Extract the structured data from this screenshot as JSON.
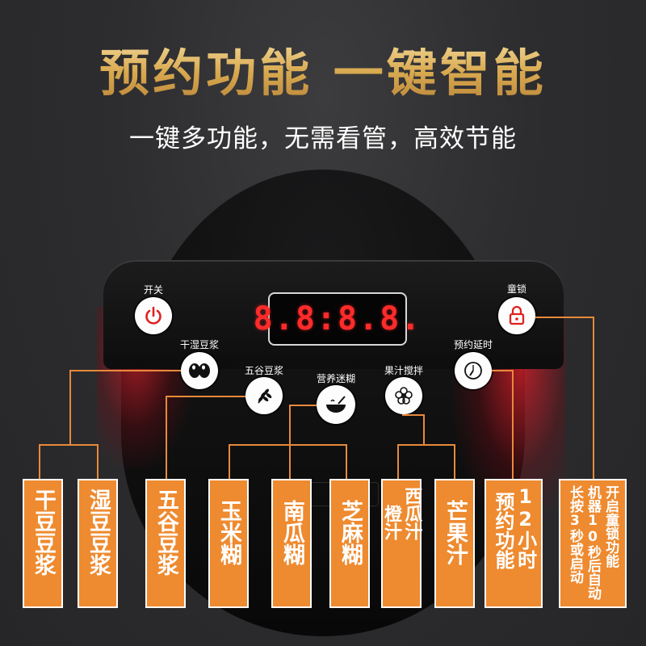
{
  "header": {
    "title": "预约功能 一键智能",
    "subtitle": "一键多功能，无需看管，高效节能"
  },
  "display": {
    "digits": "8.8:8.8."
  },
  "buttons": {
    "power": {
      "label": "开关",
      "icon": "power-icon"
    },
    "child_lock": {
      "label": "童锁",
      "icon": "lock-icon"
    },
    "dry_wet_soy": {
      "label": "干湿豆浆",
      "icon": "soybeans-icon"
    },
    "grain_soy": {
      "label": "五谷豆浆",
      "icon": "wheat-icon"
    },
    "nutrition_paste": {
      "label": "营养迷糊",
      "icon": "bowl-icon"
    },
    "juice": {
      "label": "果汁搅拌",
      "icon": "flower-icon"
    },
    "timer": {
      "label": "预约延时",
      "icon": "timer-icon"
    }
  },
  "tags": [
    {
      "text": "干豆豆浆"
    },
    {
      "text": "湿豆豆浆"
    },
    {
      "text": "五谷豆浆"
    },
    {
      "text": "玉米糊"
    },
    {
      "text": "南瓜糊"
    },
    {
      "text": "芝麻糊"
    },
    {
      "text": "西瓜汁\n橙汁"
    },
    {
      "text": "芒果汁"
    },
    {
      "text": "12小时\n预约功能"
    },
    {
      "text": "开启童锁功能\n机器10秒后自动\n长按3秒或启动"
    }
  ],
  "colors": {
    "accent": "#ee8a2f",
    "title_gold": "#e6c27a",
    "digit_red": "#ff2b2b",
    "background": "#2f2f31"
  }
}
